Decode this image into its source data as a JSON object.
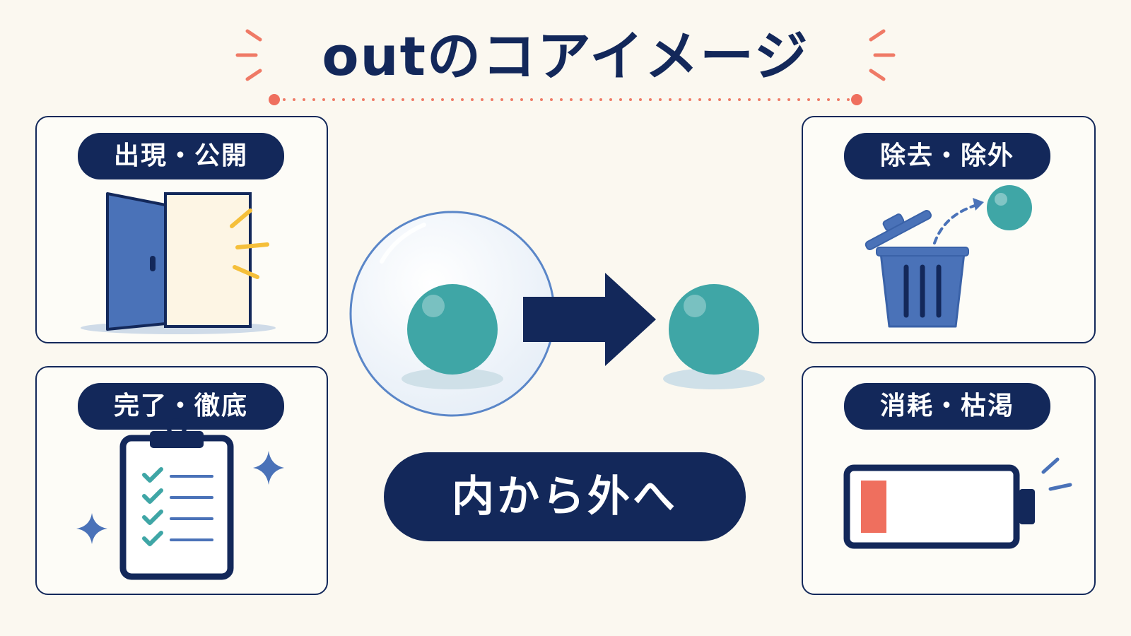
{
  "title": "outのコアイメージ",
  "cards": {
    "appear": {
      "label": "出現・公開"
    },
    "complete": {
      "label": "完了・徹底"
    },
    "remove": {
      "label": "除去・除外"
    },
    "consume": {
      "label": "消耗・枯渇"
    }
  },
  "center": {
    "label": "内から外へ"
  },
  "colors": {
    "navy": "#13285a",
    "teal": "#3fa6a6",
    "blue": "#4a72b8",
    "coral": "#ef6f5e",
    "yellow": "#f5bf3a",
    "background": "#fbf8f0"
  },
  "icons": {
    "appear": "open-door-icon",
    "complete": "clipboard-checklist-icon",
    "remove": "trash-can-icon",
    "consume": "low-battery-icon"
  }
}
